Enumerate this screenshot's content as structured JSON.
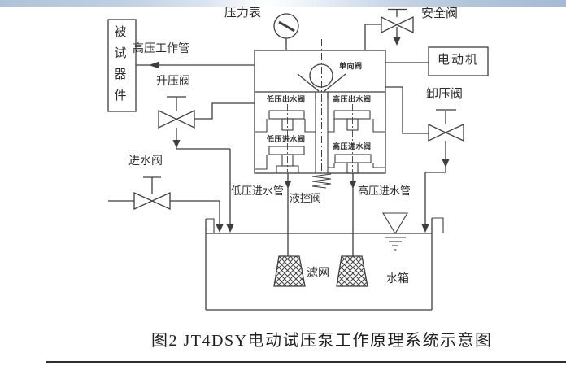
{
  "caption": {
    "title": "图2 JT4DSY电动试压泵工作原理系统示意图"
  },
  "diagram": {
    "labels": {
      "pressure_gauge": "压力表",
      "safety_valve": "安全阀",
      "motor": "电动机",
      "test_piece": "被试器件",
      "hp_work_pipe": "高压工作管",
      "boost_valve": "升压阀",
      "check_valve": "单向阀",
      "unload_valve": "卸压阀",
      "lp_outlet_valve": "低压出水阀",
      "hp_outlet_valve": "高压出水阀",
      "lp_inlet_valve": "低压进水阀",
      "hp_inlet_valve": "高压进水阀",
      "water_inlet_valve": "进水阀",
      "lp_inlet_pipe": "低压进水管",
      "pilot_valve": "液控阀",
      "hp_inlet_pipe": "高压进水管",
      "filter": "滤网",
      "water_tank": "水箱"
    }
  },
  "colors": {
    "line": "#3f3f3f",
    "text": "#2b2b2b",
    "banner_blue": "#aec2d9",
    "background": "#ffffff",
    "rule": "#2e2e2e"
  }
}
